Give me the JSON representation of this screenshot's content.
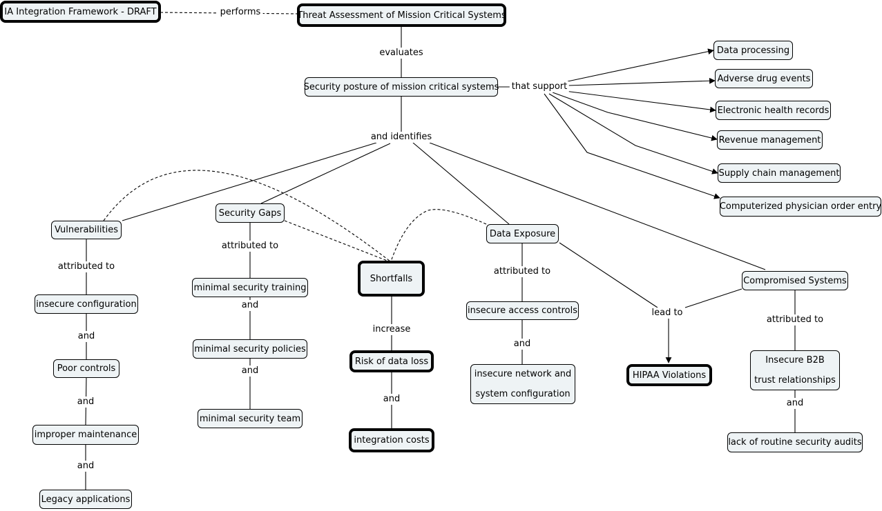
{
  "concepts": {
    "ia_framework": "IA Integration Framework - DRAFT",
    "threat_assessment": "Threat Assessment of Mission Critical Systems",
    "security_posture": "Security posture of mission critical systems",
    "data_processing": "Data processing",
    "adverse_drug_events": "Adverse drug events",
    "ehr": "Electronic health records",
    "revenue_mgmt": "Revenue management",
    "supply_chain": "Supply chain management",
    "cpoe": "Computerized physician order entry",
    "vulnerabilities": "Vulnerabilities",
    "security_gaps": "Security Gaps",
    "data_exposure": "Data Exposure",
    "compromised_systems": "Compromised Systems",
    "shortfalls": "Shortfalls",
    "insecure_config": "insecure configuration",
    "poor_controls": "Poor controls",
    "improper_maintenance": "improper maintenance",
    "legacy_apps": "Legacy applications",
    "min_training": "minimal security training",
    "min_policies": "minimal security policies",
    "min_team": "minimal security team",
    "risk_data_loss": "Risk of data loss",
    "integration_costs": "integration costs",
    "insecure_access": "insecure access controls",
    "insecure_network_line1": "insecure network and",
    "insecure_network_line2": "system configuration",
    "hipaa": "HIPAA Violations",
    "b2b_line1": "Insecure B2B",
    "b2b_line2": "trust relationships",
    "audits": "lack of routine security audits"
  },
  "links": {
    "performs": "performs",
    "evaluates": "evaluates",
    "that_support": "that support",
    "and_identifies": "and identifies",
    "attributed_vuln": "attributed to",
    "and_v1": "and",
    "and_v2": "and",
    "and_v3": "and",
    "attributed_gaps": "attributed to",
    "and_g1": "and",
    "and_g2": "and",
    "increase": "increase",
    "and_s1": "and",
    "attributed_exposure": "attributed to",
    "and_e1": "and",
    "lead_to": "lead to",
    "attributed_comp": "attributed to",
    "and_c1": "and"
  }
}
